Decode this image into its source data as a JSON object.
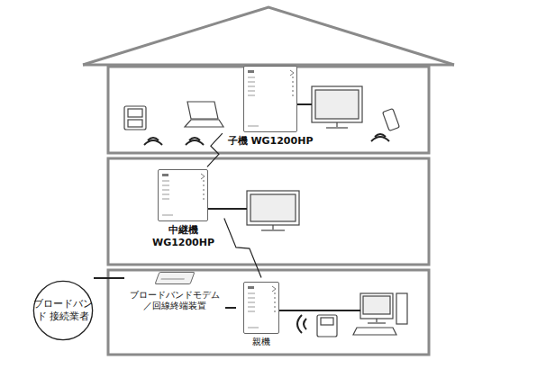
{
  "diagram": {
    "nodes": [
      {
        "text": [
          "ブロードバンド 接続業者"
        ]
      },
      {
        "text": [
          "ブロードバンドモデム ／回線終端装置"
        ]
      },
      {
        "text": [
          "親機"
        ]
      },
      {
        "text": [
          "中継機 WG1200HP"
        ]
      },
      {
        "text": [
          "子機 WG1200HP"
        ]
      }
    ],
    "edges": [
      {
        "from": 0,
        "to": 1,
        "arrow": "none"
      },
      {
        "from": 1,
        "to": 2,
        "arrow": "none"
      },
      {
        "from": 2,
        "to": 3,
        "arrow": "none"
      },
      {
        "from": 3,
        "to": 4,
        "arrow": "none"
      }
    ]
  }
}
